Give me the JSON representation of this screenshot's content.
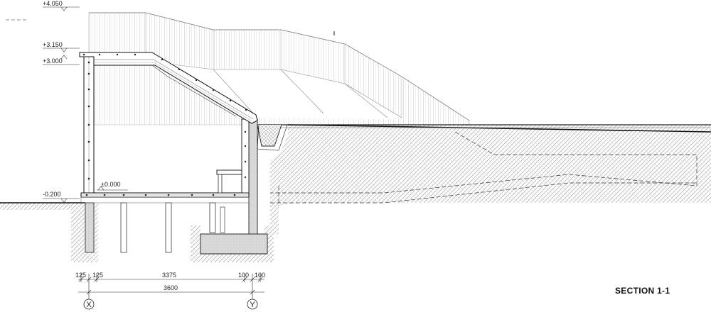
{
  "section_title": "SECTION 1-1",
  "levels": {
    "top": "+4.050",
    "roof_top": "+3.150",
    "roof_under": "+3.000",
    "floor": "±0.000",
    "ground": "-0.200"
  },
  "dimensions": {
    "left_a": "125",
    "left_b": "125",
    "span": "3375",
    "right_a": "100",
    "right_b": "100",
    "total": "3600"
  },
  "grid_axes": {
    "left": "X",
    "right": "Y"
  },
  "colors": {
    "line": "#1a1a1a",
    "hatch": "#8a8a8a",
    "concrete": "#d9d9d9"
  }
}
